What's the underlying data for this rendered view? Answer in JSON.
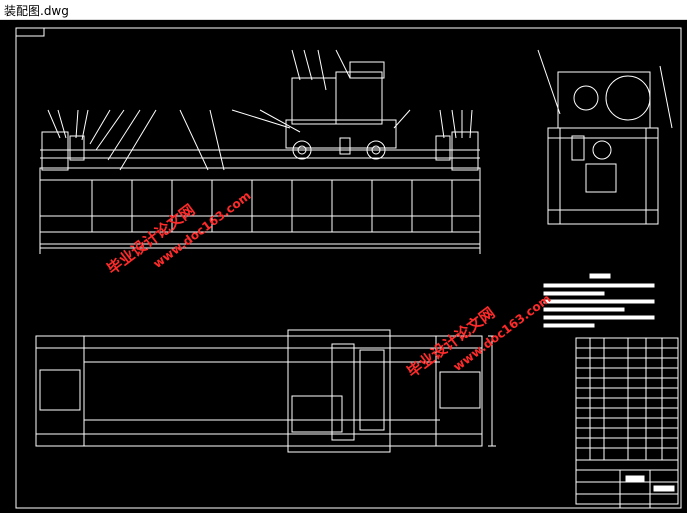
{
  "window": {
    "title": "装配图.dwg"
  },
  "colors": {
    "canvas": "#000000",
    "line": "#ffffff",
    "watermark": "#ff2a2a"
  },
  "watermarks": [
    {
      "site": "www.doc163.com",
      "cn": "毕业设计论文网"
    },
    {
      "site": "www.doc163.com",
      "cn": "毕业设计论文网"
    }
  ]
}
